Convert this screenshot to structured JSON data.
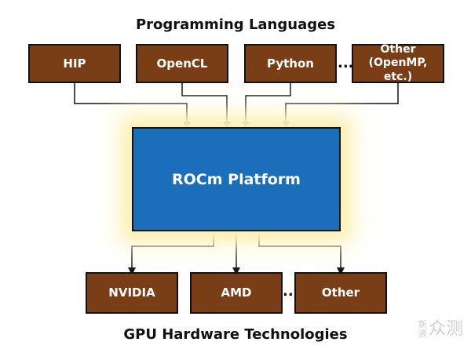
{
  "diagram": {
    "top_title": "Programming Languages",
    "bottom_title": "GPU Hardware Technologies",
    "platform": "ROCm Platform",
    "languages": {
      "hip": "HIP",
      "opencl": "OpenCL",
      "python": "Python",
      "other_line1": "Other",
      "other_line2": "(OpenMP, etc.)"
    },
    "ellipsis": "...",
    "hardware": {
      "nvidia": "NVIDIA",
      "amd": "AMD",
      "other": "Other"
    },
    "colors": {
      "box_fill": "#7a3e16",
      "platform_fill": "#1b6fba",
      "glow": "#fbf1b0"
    }
  },
  "watermark": {
    "line1": "新",
    "line2": "浪",
    "text": "众测"
  }
}
